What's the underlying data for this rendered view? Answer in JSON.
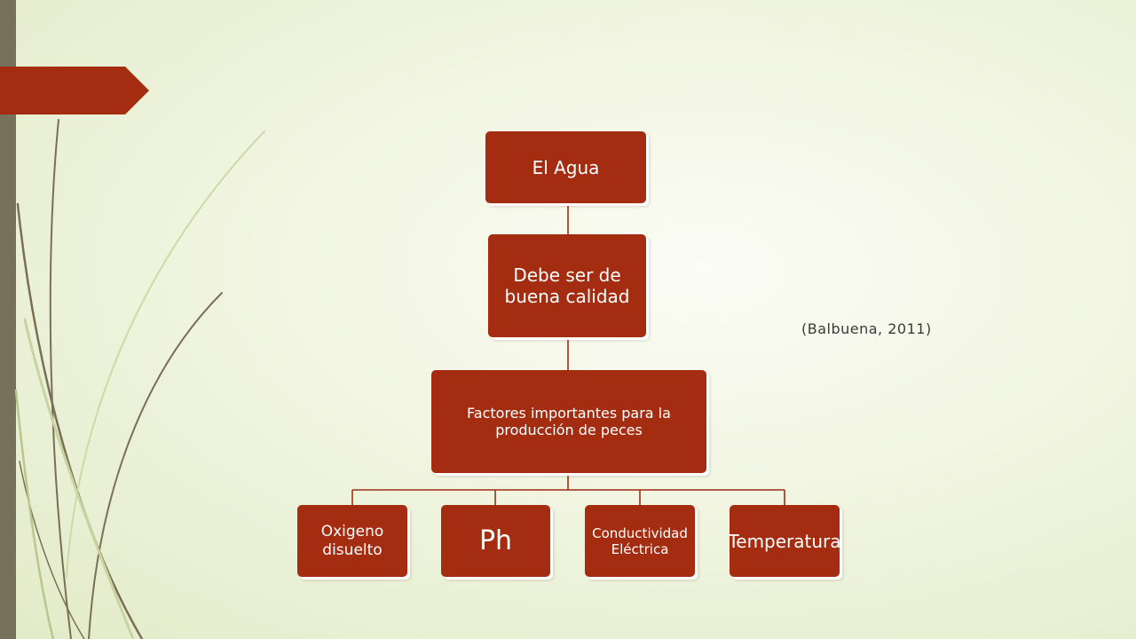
{
  "diagram": {
    "root": {
      "label": "El Agua"
    },
    "level2": {
      "label": "Debe ser de buena calidad"
    },
    "level3": {
      "label": "Factores importantes para la producción de peces"
    },
    "leaves": [
      {
        "label": "Oxigeno disuelto"
      },
      {
        "label": "Ph"
      },
      {
        "label": "Conductividad Eléctrica"
      },
      {
        "label": "Temperatura"
      }
    ],
    "citation": "(Balbuena, 2011)"
  },
  "colors": {
    "box_fill": "#a42d11",
    "connector": "#9c2f14",
    "side_bar": "#77705a",
    "ribbon": "#a42d11"
  },
  "icons": {
    "ribbon": "arrow-ribbon-shape",
    "decoration": "grass-blades-decoration"
  }
}
